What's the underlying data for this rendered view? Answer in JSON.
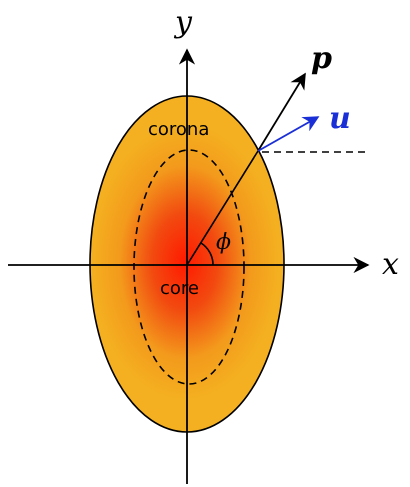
{
  "diagram": {
    "axes": {
      "x_label": "x",
      "y_label": "y"
    },
    "regions": {
      "outer_label": "corona",
      "inner_label": "core"
    },
    "vectors": {
      "p_label": "p",
      "u_label": "u"
    },
    "angle_label": "ϕ",
    "colors": {
      "corona_fill": "#f2a81c",
      "core_center": "#ff1a00",
      "outline": "#000000",
      "axis": "#000000",
      "u_vector": "#1a2fd6",
      "p_vector": "#000000"
    }
  }
}
